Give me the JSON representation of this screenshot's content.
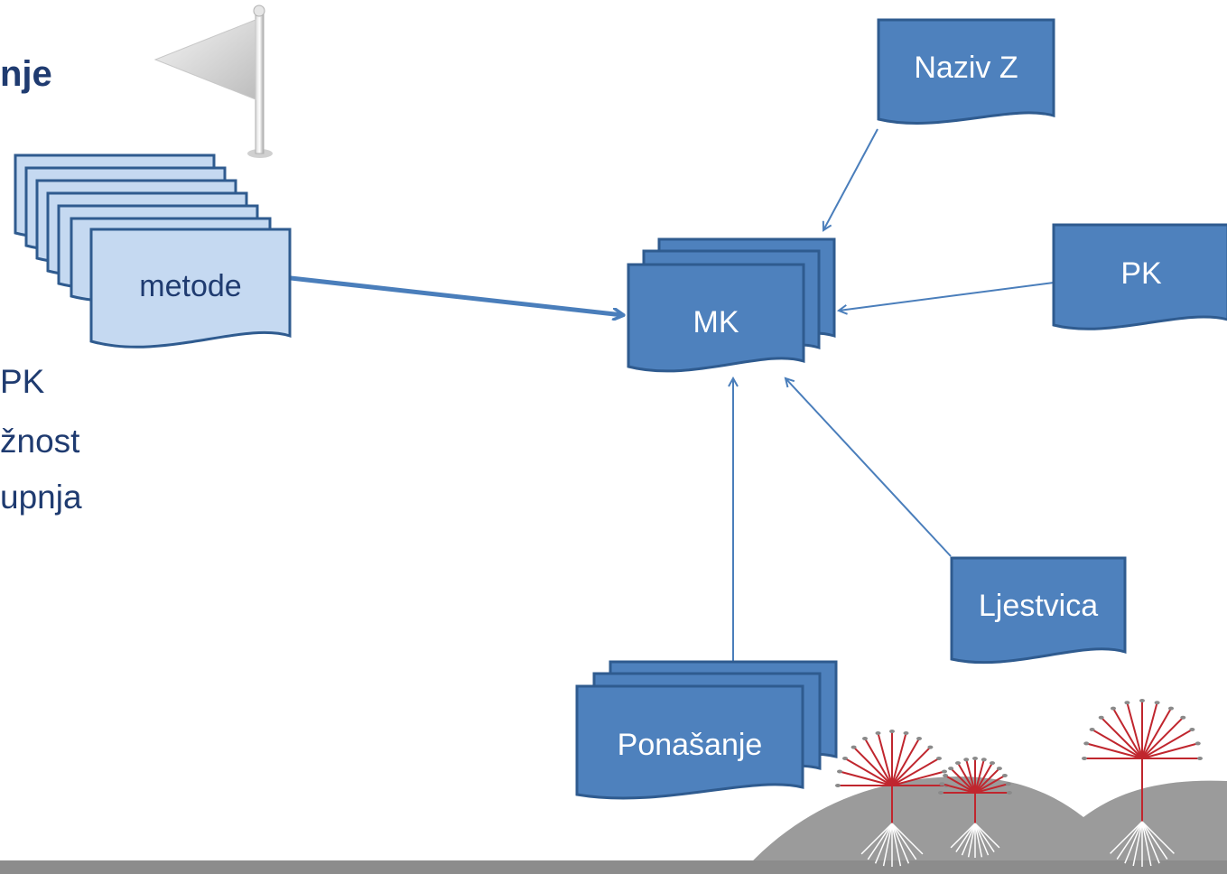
{
  "title_fragment": "nje",
  "side_list": [
    "PK",
    "žnost",
    "upnja"
  ],
  "nodes": {
    "metode": "metode",
    "mk": "MK",
    "naziv_z": "Naziv Z",
    "pk": "PK",
    "ljestvica": "Ljestvica",
    "ponasanje": "Ponašanje"
  },
  "colors": {
    "doc_fill": "#4e81bd",
    "doc_stroke": "#2f5b8f",
    "light_doc_fill": "#c5d9f1",
    "light_doc_stroke": "#2f5b8f",
    "arrow": "#4a7ebb",
    "title_text": "#1f3b70",
    "hill": "#9b9b9b",
    "plant": "#c0262e",
    "footer_bar": "#8c8c8c"
  },
  "icons": [
    "flag-icon",
    "plant-icon"
  ]
}
